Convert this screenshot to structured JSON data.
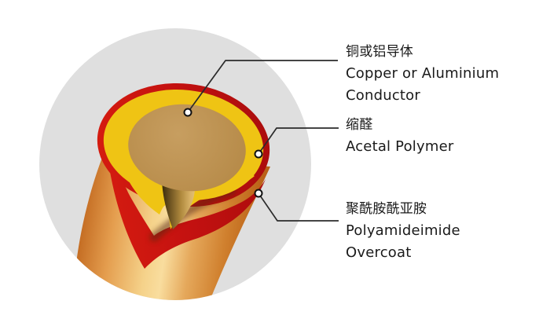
{
  "figure": {
    "background": "#ffffff",
    "disc_color": "#dfdfdf",
    "colors": {
      "overcoat_red": "#c31110",
      "acetal_yellow": "#efc414",
      "conductor_tan": "#bd9351",
      "leader_line": "#2b2b2b",
      "marker_fill": "#ffffff",
      "marker_stroke": "#111111"
    }
  },
  "callouts": [
    {
      "zh": "铜或铝导体",
      "en_lines": [
        "Copper or Aluminium",
        "Conductor"
      ]
    },
    {
      "zh": "缩醛",
      "en_lines": [
        "Acetal Polymer"
      ]
    },
    {
      "zh": "聚酰胺酰亚胺",
      "en_lines": [
        "Polyamideimide",
        "Overcoat"
      ]
    }
  ]
}
